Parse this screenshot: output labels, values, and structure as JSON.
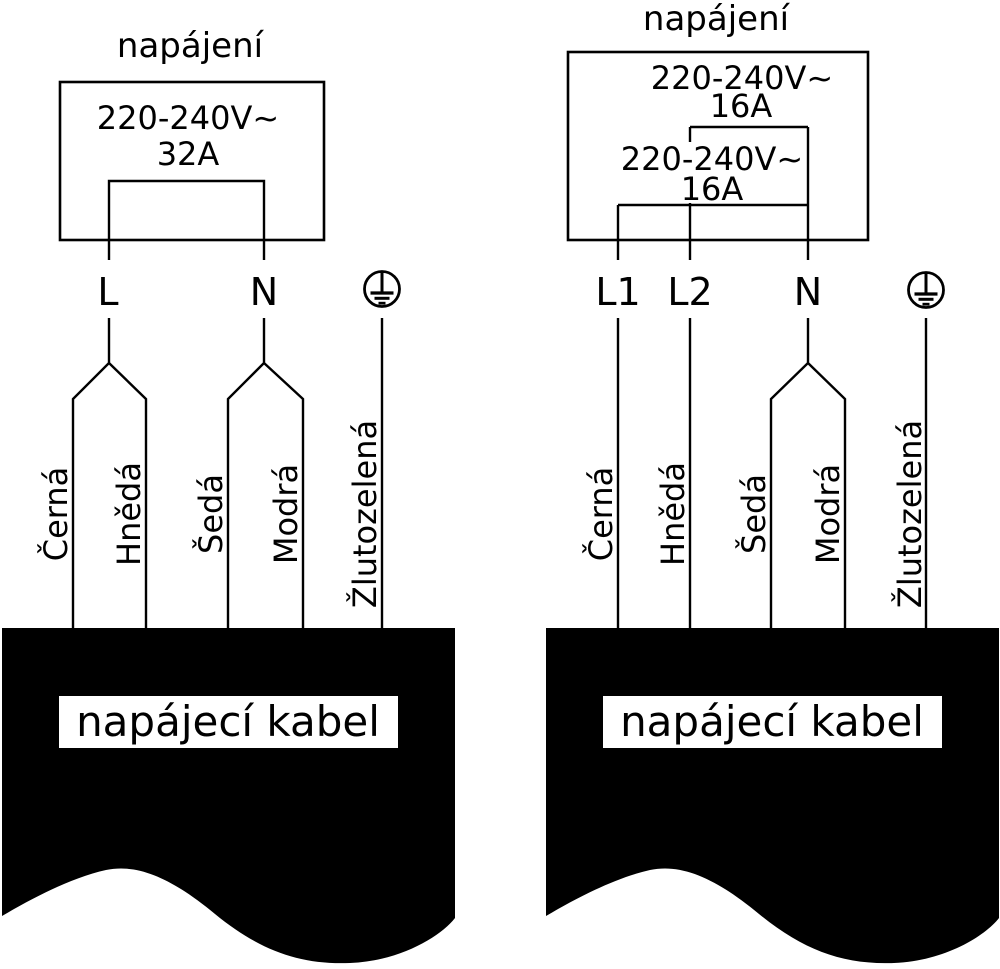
{
  "colors": {
    "line": "#000000",
    "background": "#ffffff",
    "cable_fill": "#000000"
  },
  "left": {
    "title": "napájení",
    "rating": {
      "voltage": "220-240V~",
      "current": "32A"
    },
    "terminals": [
      "L",
      "N"
    ],
    "ground_icon": "protective-earth",
    "wire_labels": [
      "Černá",
      "Hnědá",
      "Šedá",
      "Modrá",
      "Žlutozelená"
    ],
    "cable_label": "napájecí kabel"
  },
  "right": {
    "title": "napájení",
    "ratings": [
      {
        "voltage": "220-240V~",
        "current": "16A"
      },
      {
        "voltage": "220-240V~",
        "current": "16A"
      }
    ],
    "terminals": [
      "L1",
      "L2",
      "N"
    ],
    "ground_icon": "protective-earth",
    "wire_labels": [
      "Černá",
      "Hnědá",
      "Šedá",
      "Modrá",
      "Žlutozelená"
    ],
    "cable_label": "napájecí kabel"
  }
}
